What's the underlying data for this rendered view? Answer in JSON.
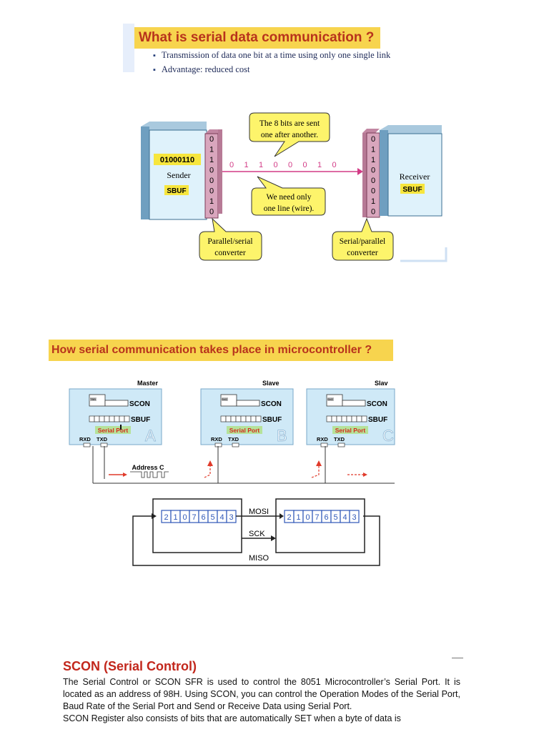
{
  "section1": {
    "title": "What is serial data communication ?",
    "bullets": [
      "Transmission of data one bit at a time using only one single link",
      "Advantage: reduced cost"
    ]
  },
  "figure1": {
    "sender_value": "01000110",
    "sender_label": "Sender",
    "sender_reg": "SBUF",
    "receiver_label": "Receiver",
    "receiver_reg": "SBUF",
    "bits_column": [
      "0",
      "1",
      "1",
      "0",
      "0",
      "0",
      "1",
      "0"
    ],
    "wire_bits": [
      "0",
      "1",
      "1",
      "0",
      "0",
      "0",
      "1",
      "0"
    ],
    "callout_top": [
      "The 8 bits are sent",
      "one after another."
    ],
    "callout_mid": [
      "We need only",
      "one line (wire)."
    ],
    "callout_left": [
      "Parallel/serial",
      "converter"
    ],
    "callout_right": [
      "Serial/parallel",
      "converter"
    ]
  },
  "section2": {
    "title": "How serial communication takes place in microcontroller ?"
  },
  "figure2": {
    "units": [
      {
        "role": "Master",
        "tag": "TBB",
        "letter": "A"
      },
      {
        "role": "Slave",
        "tag": "SM2",
        "letter": "B"
      },
      {
        "role": "Slav",
        "tag": "SM2",
        "letter": "C"
      }
    ],
    "scon": "SCON",
    "sbuf": "SBUF",
    "serial_port": "Serial Port",
    "rxd": "RXD",
    "txd": "TXD",
    "address": "Address C"
  },
  "figure3": {
    "register_bits": [
      "2",
      "1",
      "0",
      "7",
      "6",
      "5",
      "4",
      "3"
    ],
    "mosi": "MOSI",
    "sck": "SCK",
    "miso": "MISO"
  },
  "section3": {
    "title": "SCON (Serial Control)",
    "paragraph1": "The Serial Control or SCON SFR is used to control the 8051 Microcontroller’s Serial Port. It is located as an address of 98H. Using SCON, you can control the Operation Modes of the Serial Port, Baud Rate of the Serial Port and Send or Receive Data using Serial Port.",
    "paragraph2": "SCON Register also consists of bits that are automatically SET when a byte of data is"
  },
  "colors": {
    "title_bg": "#f7d44e",
    "title_text": "#b8331c",
    "box_face": "#dff2fb",
    "converter": "#d9a6bd",
    "callout": "#fdf46b",
    "unit_fill": "#cfe9f7",
    "reg_blue": "#2f58b8"
  }
}
